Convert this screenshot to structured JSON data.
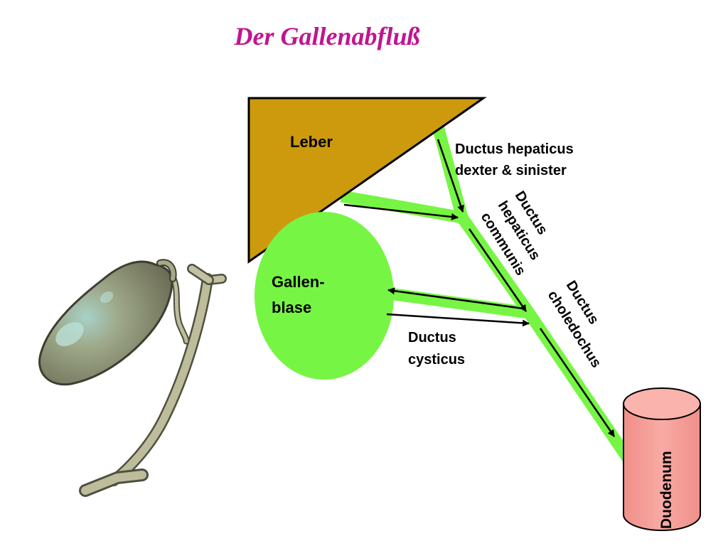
{
  "title": "Der Gallenabfluß",
  "labels": {
    "liver": "Leber",
    "gallbladder_line1": "Gallen-",
    "gallbladder_line2": "blase",
    "hep_lr_line1": "Ductus hepaticus",
    "hep_lr_line2": "dexter & sinister",
    "hep_comm_line1": "Ductus",
    "hep_comm_line2": "hepaticus",
    "hep_comm_line3": "communis",
    "cysticus_line1": "Ductus",
    "cysticus_line2": "cysticus",
    "choledochus_line1": "Ductus",
    "choledochus_line2": "choledochus",
    "duodenum": "Duodenum"
  },
  "colors": {
    "title": "#c0158f",
    "liver": "#cc9a0c",
    "duct": "#77f544",
    "duodenum": "#f7a09a",
    "illustration": "#b7b795"
  }
}
